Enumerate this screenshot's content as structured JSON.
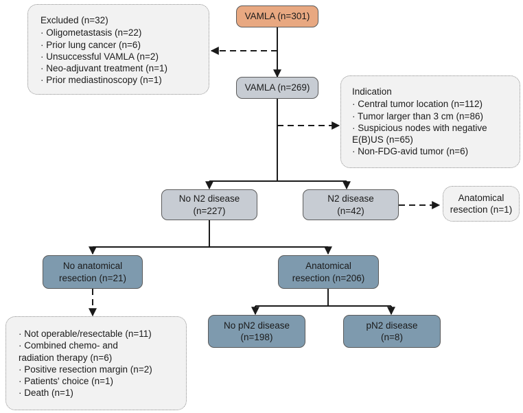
{
  "figure": {
    "type": "flowchart",
    "title": "VAMLA patient flow diagram",
    "colors": {
      "orange_fill": "#e8a881",
      "gray_fill": "#c7ccd3",
      "blue_fill": "#7e9aae",
      "annotation_fill": "#f2f2f2",
      "border": "#5a5a5a",
      "annotation_border": "#8d8d8d",
      "arrow": "#1a1a1a"
    }
  },
  "nodes": {
    "vamla_total": {
      "line1": "VAMLA (n=301)"
    },
    "vamla_included": {
      "line1": "VAMLA (n=269)"
    },
    "no_n2": {
      "line1": "No N2 disease",
      "line2": "(n=227)"
    },
    "n2": {
      "line1": "N2 disease",
      "line2": "(n=42)"
    },
    "n2_resection": {
      "line1": "Anatomical",
      "line2": "resection (n=1)"
    },
    "no_anat_resection": {
      "line1": "No anatomical",
      "line2": "resection (n=21)"
    },
    "anat_resection": {
      "line1": "Anatomical",
      "line2": "resection (n=206)"
    },
    "no_pn2": {
      "line1": "No pN2 disease",
      "line2": "(n=198)"
    },
    "pn2": {
      "line1": "pN2 disease",
      "line2": "(n=8)"
    }
  },
  "annotations": {
    "excluded": {
      "header": "Excluded (n=32)",
      "items": [
        "· Oligometastasis (n=22)",
        "· Prior lung cancer (n=6)",
        "· Unsuccessful VAMLA (n=2)",
        "· Neo-adjuvant treatment (n=1)",
        "· Prior mediastinoscopy (n=1)"
      ]
    },
    "indication": {
      "header": "Indication",
      "items": [
        "· Central tumor location (n=112)",
        "· Tumor larger than 3 cm (n=86)",
        "· Suspicious nodes with negative",
        "E(B)US (n=65)",
        "· Non-FDG-avid tumor (n=6)"
      ]
    },
    "no_resection_reasons": {
      "items": [
        "· Not operable/resectable (n=11)",
        "· Combined chemo- and",
        "radiation therapy (n=6)",
        "· Positive resection margin (n=2)",
        "· Patients' choice (n=1)",
        "· Death (n=1)"
      ]
    }
  },
  "chart_data": {
    "type": "diagram",
    "counts": {
      "VAMLA total": 301,
      "Excluded": 32,
      "Oligometastasis": 22,
      "Prior lung cancer": 6,
      "Unsuccessful VAMLA": 2,
      "Neo-adjuvant treatment": 1,
      "Prior mediastinoscopy": 1,
      "VAMLA included": 269,
      "Central tumor location": 112,
      "Tumor larger than 3 cm": 86,
      "Suspicious nodes with negative E(B)US": 65,
      "Non-FDG-avid tumor": 6,
      "No N2 disease": 227,
      "N2 disease": 42,
      "N2 anatomical resection": 1,
      "No anatomical resection": 21,
      "Anatomical resection": 206,
      "Not operable/resectable": 11,
      "Combined chemo- and radiation therapy": 6,
      "Positive resection margin": 2,
      "Patients' choice": 1,
      "Death": 1,
      "No pN2 disease": 198,
      "pN2 disease": 8
    }
  }
}
